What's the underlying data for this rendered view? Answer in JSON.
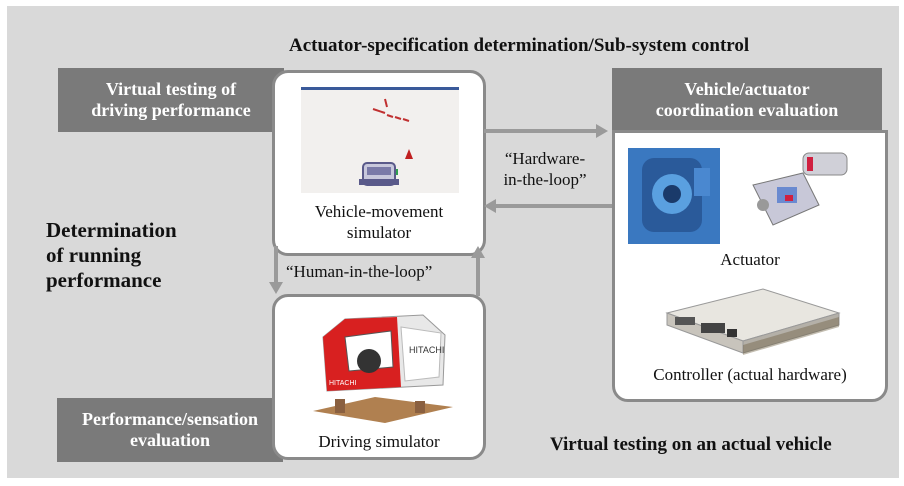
{
  "top_heading": "Actuator-specification determination/Sub-system control",
  "left_heading": [
    "Determination",
    "of running",
    "performance"
  ],
  "virtual_testing_box": [
    "Virtual testing of",
    "driving performance"
  ],
  "performance_box": [
    "Performance/sensation",
    "evaluation"
  ],
  "vehicle_actuator_box": [
    "Vehicle/actuator",
    "coordination evaluation"
  ],
  "vehicle_simulator_label": [
    "Vehicle-movement",
    "simulator"
  ],
  "driving_simulator_label": "Driving simulator",
  "hil_label": [
    "“Hardware-",
    "in-the-loop”"
  ],
  "human_loop_label": "“Human-in-the-loop”",
  "actuator_label": "Actuator",
  "controller_label": "Controller (actual hardware)",
  "bottom_right_heading": "Virtual testing on an actual vehicle",
  "colors": {
    "panel": "#d9d9d9",
    "header_box": "#7a7a7a",
    "arrow": "#9a9a9a",
    "card_border": "#8a8a8a"
  },
  "icons": [
    "vehicle-simulator-screen-image",
    "driving-simulator-cockpit-image",
    "actuator-photo",
    "controller-unit-photo"
  ]
}
